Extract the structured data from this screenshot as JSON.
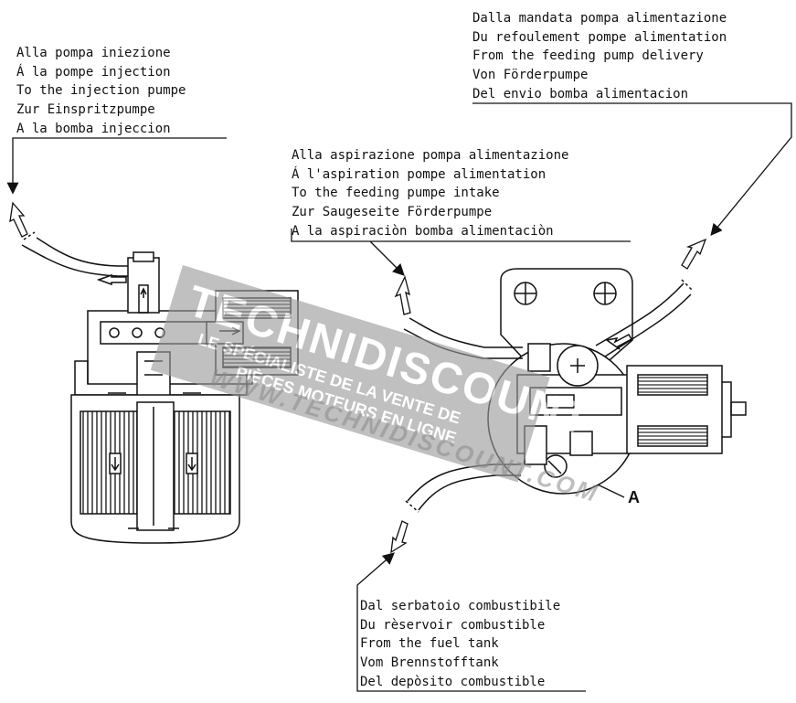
{
  "labels": {
    "injection": [
      "Alla pompa iniezione",
      "Á la pompe injection",
      "To the injection pumpe",
      "Zur Einspritzpumpe",
      "A la bomba injeccion"
    ],
    "delivery": [
      "Dalla mandata pompa alimentazione",
      "Du refoulement pompe alimentation",
      "From the feeding pump delivery",
      "Von Förderpumpe",
      "Del envio bomba alimentacion"
    ],
    "intake": [
      "Alla aspirazione pompa alimentazione",
      "Á l'aspiration pompe alimentation",
      "To the feeding pumpe intake",
      "Zur Saugeseite Förderpumpe",
      "A la aspiraciòn bomba alimentaciòn"
    ],
    "tank": [
      "Dal serbatoio combustibile",
      "Du rèservoir combustible",
      "From the fuel tank",
      "Vom Brennstofftank",
      "Del depòsito combustible"
    ]
  },
  "marker": "A",
  "watermark": {
    "brand": "TECHNIDISCOUNT",
    "tagline1": "LE SPÉCIALISTE DE LA VENTE DE",
    "tagline2": "PIÈCES MOTEURS EN LIGNE",
    "url": "WWW.TECHNIDISCOUNT.COM",
    "color": "#8a8a8a"
  }
}
